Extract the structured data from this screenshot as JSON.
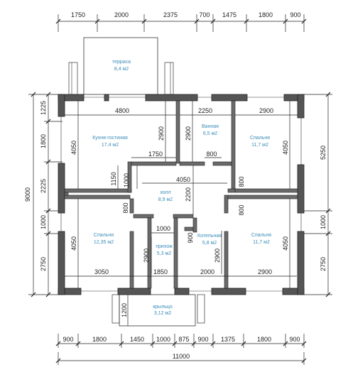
{
  "dims": {
    "top": [
      "1750",
      "2000",
      "2375",
      "700",
      "1475",
      "1800",
      "900"
    ],
    "bottom": [
      "900",
      "1800",
      "1450",
      "1000",
      "875",
      "900",
      "1375",
      "1800",
      "900"
    ],
    "total_bottom": "11000",
    "left_inner": [
      "1225",
      "1800",
      "2225",
      "1000",
      "2750"
    ],
    "left_total": "9000",
    "right": [
      "5250",
      "1000",
      "2750"
    ],
    "interior": {
      "d4800": "4800",
      "d2250": "2250",
      "d2900a": "2900",
      "d4050_kl": "4050",
      "d2900_k": "2900",
      "d2900_b": "2900",
      "d4050_br1": "4050",
      "d1750": "1750",
      "d800_b": "800",
      "d1150": "1150",
      "d1000_k": "1000",
      "d4050_h": "4050",
      "d2200": "2200",
      "d800_r1": "800",
      "d800_l": "800",
      "d800_r2": "800",
      "d1000_p": "1000",
      "d900_kot": "900",
      "d4050_bl": "4050",
      "d2900_p": "2900",
      "d2900_kot": "2900",
      "d4050_br2": "4050",
      "d3050": "3050",
      "d1850": "1850",
      "d2000": "2000",
      "d2900_bot": "2900",
      "d1200": "1200"
    }
  },
  "rooms": {
    "terrace": {
      "name": "терраса",
      "area": "8,4 м2"
    },
    "kitchen": {
      "name": "Кухня-гостиная",
      "area": "17,4 м2"
    },
    "bath": {
      "name": "Ванная",
      "area": "6,5 м2"
    },
    "bed_tr": {
      "name": "Спальня",
      "area": "11,7 м2"
    },
    "hall": {
      "name": "холл",
      "area": "8,9 м2"
    },
    "bed_bl": {
      "name": "Спальня",
      "area": "12,35 м2"
    },
    "foyer": {
      "name": "прихож",
      "area": "5,3 м2"
    },
    "boiler": {
      "name": "Котельная",
      "area": "5,8 м2"
    },
    "bed_br": {
      "name": "Спальня",
      "area": "11,7 м2"
    },
    "porch": {
      "name": "крыльцо",
      "area": "3,12 м2"
    }
  },
  "colors": {
    "room_label": "#3b8db8",
    "wall": "#555555"
  }
}
